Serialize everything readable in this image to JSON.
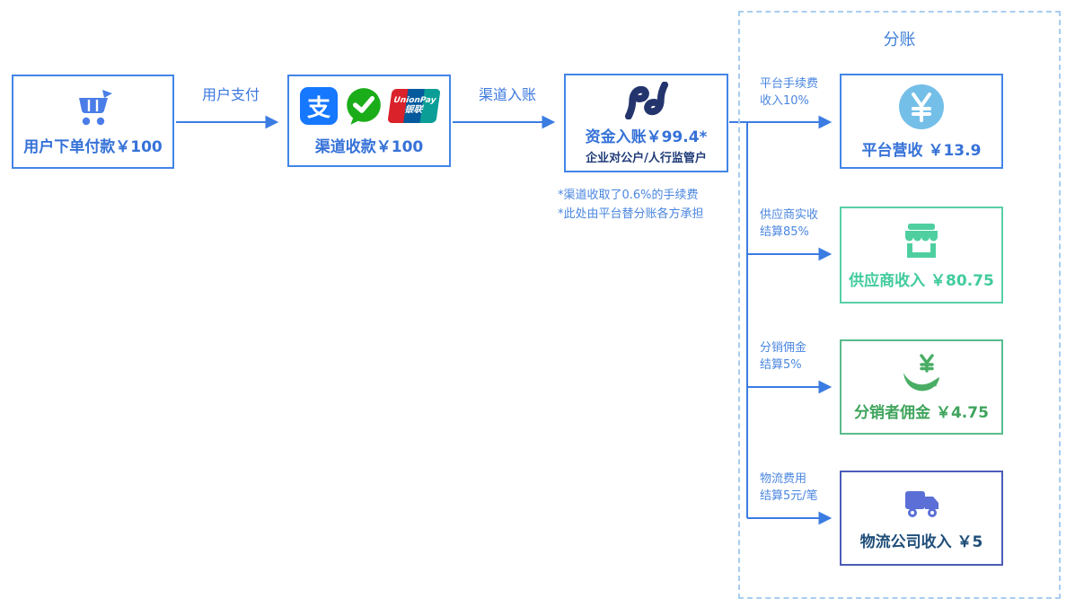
{
  "diagram": {
    "split_section_title": "分账",
    "nodes": {
      "order": {
        "label": "用户下单付款￥100"
      },
      "channel": {
        "label": "渠道收款￥100",
        "alipay_char": "支",
        "unionpay_line1": "UnionPay",
        "unionpay_line2": "银联"
      },
      "entry": {
        "label": "资金入账￥99.4*",
        "sublabel": "企业对公户/人行监管户"
      },
      "platform": {
        "label": "平台营收 ￥13.9"
      },
      "supplier": {
        "label": "供应商收入 ￥80.75"
      },
      "distributor": {
        "label": "分销者佣金 ￥4.75"
      },
      "logistics": {
        "label": "物流公司收入 ￥5"
      }
    },
    "edges": {
      "user_pay": "用户支付",
      "channel_in": "渠道入账"
    },
    "branches": [
      {
        "line1": "平台手续费",
        "line2": "收入10%"
      },
      {
        "line1": "供应商实收",
        "line2": "结算85%"
      },
      {
        "line1": "分销佣金",
        "line2": "结算5%"
      },
      {
        "line1": "物流费用",
        "line2": "结算5元/笔"
      }
    ],
    "notes": [
      "*渠道收取了0.6%的手续费",
      "*此处由平台替分账各方承担"
    ],
    "colors": {
      "primary_blue": "#3b7ce2",
      "border_blue": "#4285e8",
      "label_blue": "#4a86e0",
      "logo_navy": "#24356e",
      "sublabel_navy": "#1f3b77",
      "yuan_circle_blue": "#74bfe8",
      "mint": "#41cb9c",
      "green": "#49ad64",
      "indigo_border": "#4a5cb8",
      "truck_indigo": "#5b6fd6",
      "logistics_text": "#1f4e79",
      "dashed_border": "#a8cdf0",
      "alipay_blue": "#1677ff",
      "wechat_green": "#1aad19",
      "unionpay_red": "#d9222a",
      "unionpay_blue": "#045a9c",
      "unionpay_green": "#0b9e96"
    }
  }
}
